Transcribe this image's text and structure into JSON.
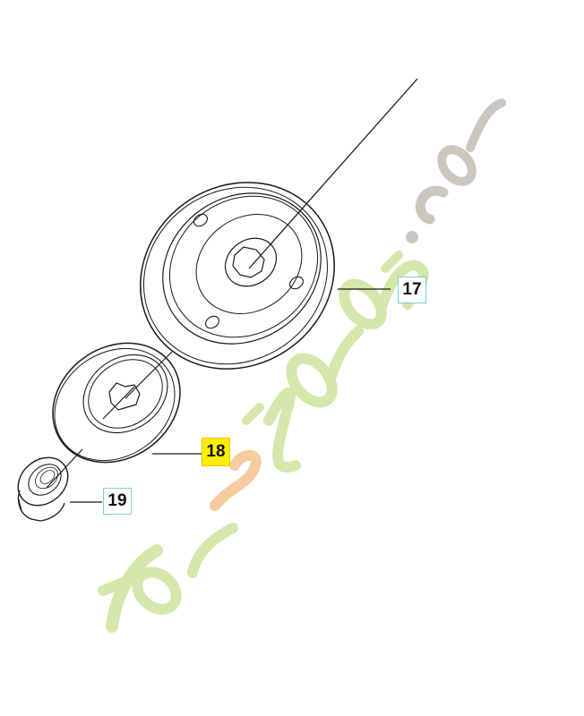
{
  "diagram": {
    "type": "exploded-parts-view",
    "callouts": [
      {
        "id": "17",
        "label": "17",
        "part": "large flange / drive plate",
        "highlighted": false
      },
      {
        "id": "18",
        "label": "18",
        "part": "support cup / washer",
        "highlighted": true
      },
      {
        "id": "19",
        "label": "19",
        "part": "nut",
        "highlighted": false
      }
    ]
  },
  "watermark": {
    "text_green": "foret'jardin",
    "text_orange_part": "e",
    "text_grey": ".com",
    "colors": {
      "green": "#cfe3a0",
      "orange": "#f7c99a",
      "grey": "#c9c4bb"
    }
  },
  "colors": {
    "callout_border": "#7ccfd0",
    "callout_highlight": "#ffee00",
    "line": "#1a1a1a"
  }
}
